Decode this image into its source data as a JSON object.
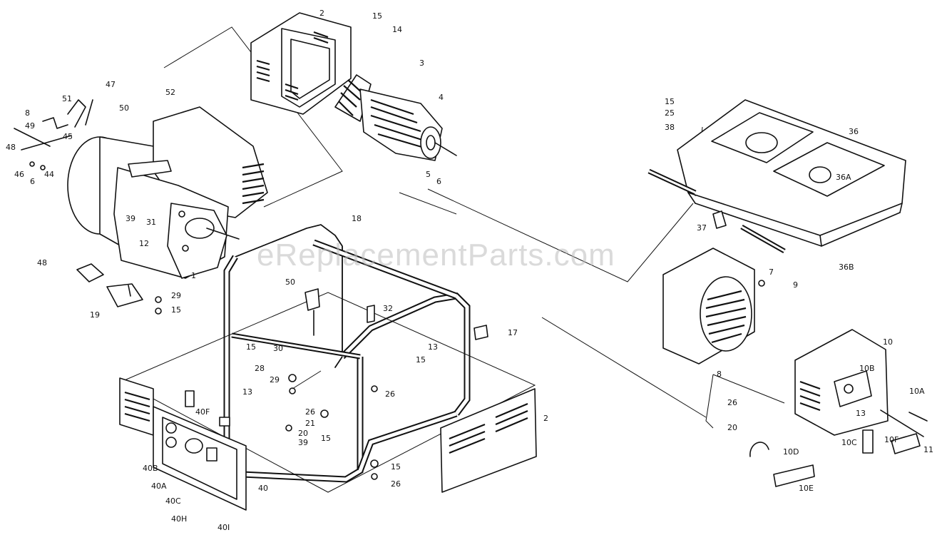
{
  "watermark": "eReplacementParts.com",
  "callouts": {
    "c2a": "2",
    "c15a": "15",
    "c14": "14",
    "c3": "3",
    "c4": "4",
    "c5": "5",
    "c6a": "6",
    "c47": "47",
    "c51": "51",
    "c8a": "8",
    "c49": "49",
    "c45": "45",
    "c48a": "48",
    "c46": "46",
    "c44": "44",
    "c6b": "6",
    "c50": "50",
    "c52": "52",
    "c39": "39",
    "c31": "31",
    "c12": "12",
    "c1": "1",
    "c48b": "48",
    "c29a": "29",
    "c15b": "15",
    "c19": "19",
    "c18": "18",
    "c50b": "50",
    "c32": "32",
    "c17": "17",
    "c15c": "15",
    "c30": "30",
    "c28": "28",
    "c29b": "29",
    "c13a": "13",
    "c13b": "13",
    "c15d": "15",
    "c26a": "26",
    "c40f": "40F",
    "c26b": "26",
    "c21": "21",
    "c20a": "20",
    "c39b": "39",
    "c15e": "15",
    "c40b": "40B",
    "c40a": "40A",
    "c40c": "40C",
    "c40h": "40H",
    "c40i": "40I",
    "c40": "40",
    "c15f": "15",
    "c26c": "26",
    "c2b": "2",
    "c15g": "15",
    "c25": "25",
    "c38": "38",
    "c36": "36",
    "c36a": "36A",
    "c37": "37",
    "c36b": "36B",
    "c7": "7",
    "c9": "9",
    "c8b": "8",
    "c26d": "26",
    "c20b": "20",
    "c10": "10",
    "c10b": "10B",
    "c10a": "10A",
    "c13c": "13",
    "c10c": "10C",
    "c10f": "10F",
    "c11": "11",
    "c10d": "10D",
    "c10e": "10E"
  }
}
